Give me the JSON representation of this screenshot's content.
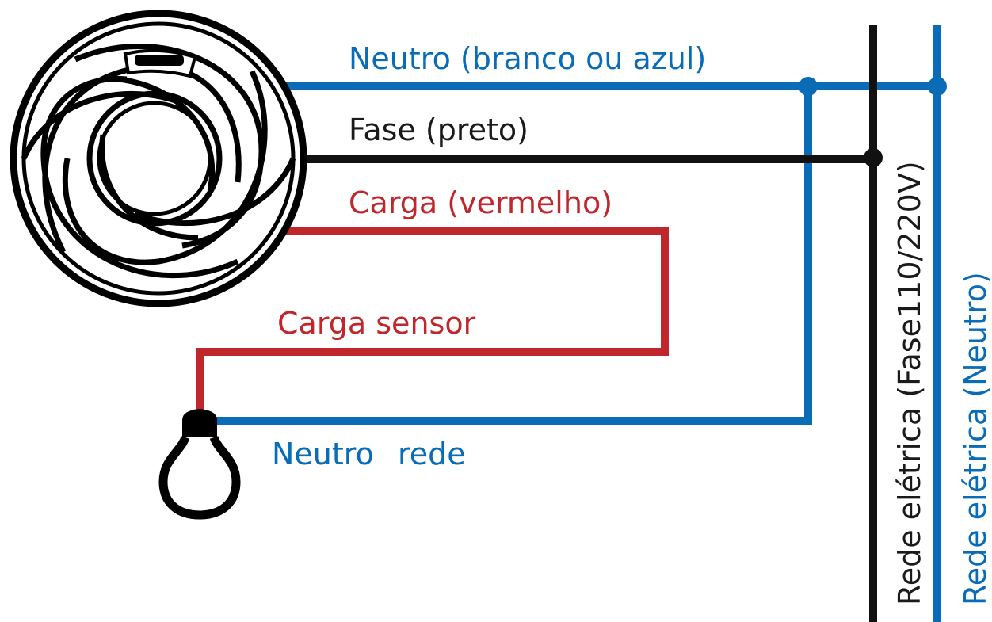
{
  "labels": {
    "neutro": "Neutro (branco ou azul)",
    "fase": "Fase (preto)",
    "carga": "Carga (vermelho)",
    "carga_sensor": "Carga sensor",
    "neutro_rede_1": "Neutro",
    "neutro_rede_2": "rede",
    "rede_fase": "Rede elétrica (Fase110/220V)",
    "rede_neutro": "Rede elétrica (Neutro)"
  },
  "colors": {
    "neutral_wire": "#0a6cb6",
    "phase_wire": "#111111",
    "load_wire": "#c0272d",
    "outline": "#000000"
  },
  "icons": {
    "sensor": "presence-sensor-icon",
    "lamp": "light-bulb-icon"
  }
}
